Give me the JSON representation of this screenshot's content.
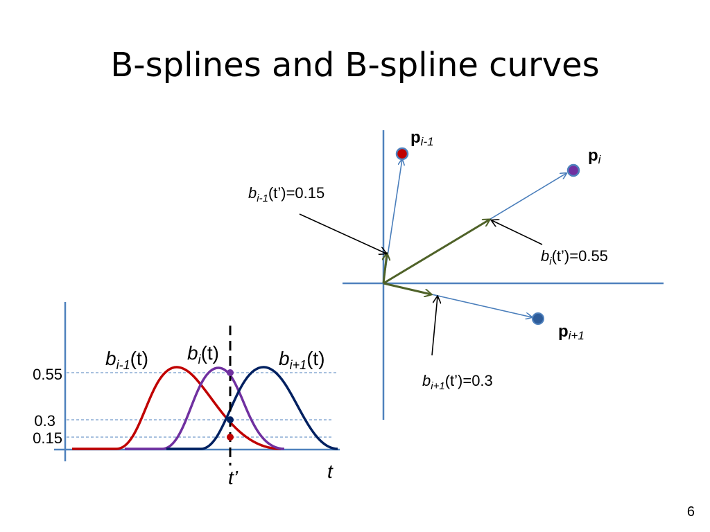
{
  "slide": {
    "title": "B-splines and B-spline curves",
    "number": "6"
  },
  "colors": {
    "axis": "#4f81bd",
    "vector": "#4a7ebb",
    "weighted_vector": "#4f6228",
    "red": "#c00000",
    "purple": "#7030a0",
    "navy": "#002060",
    "point_fill_blue": "#2e5c9a",
    "point_fill_purple": "#7030a0",
    "point_fill_red": "#c00000"
  },
  "points": {
    "p_prev": {
      "base": "p",
      "sub": "i-1"
    },
    "p_cur": {
      "base": "p",
      "sub": "i"
    },
    "p_next": {
      "base": "p",
      "sub": "i+1"
    }
  },
  "annotations": {
    "b_prev": {
      "b": "b",
      "sub": "i-1",
      "arg": "(t’)=0.15"
    },
    "b_cur": {
      "b": "b",
      "sub": "i",
      "arg": "(t’)=0.55"
    },
    "b_next": {
      "b": "b",
      "sub": "i+1",
      "arg": "(t’)=0.3"
    }
  },
  "basis_labels": {
    "b_prev": {
      "b": "b",
      "sub": "i-1",
      "arg": "(t)"
    },
    "b_cur": {
      "b": "b",
      "sub": "i",
      "arg": "(t)"
    },
    "b_next": {
      "b": "b",
      "sub": "i+1",
      "arg": "(t)"
    }
  },
  "y_ticks": [
    "0.55",
    "0.3",
    "0.15"
  ],
  "axis_labels": {
    "t": "t",
    "t_prime": "t’"
  }
}
